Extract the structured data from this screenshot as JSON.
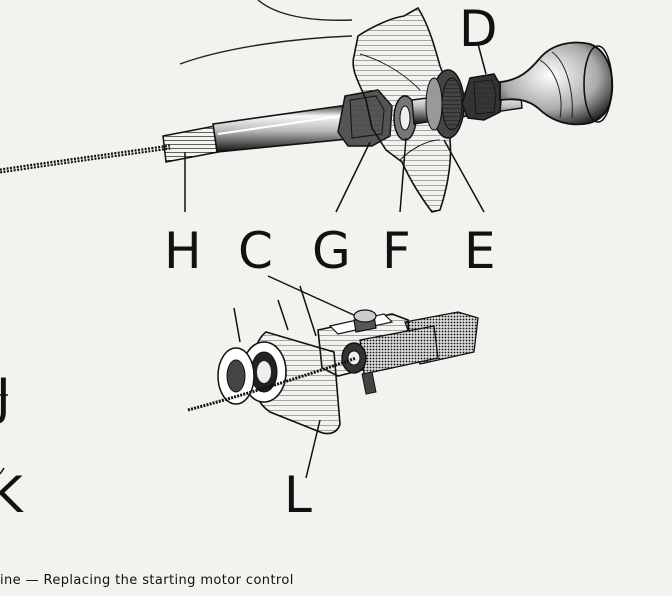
{
  "figure": {
    "labels": {
      "D": "D",
      "H": "H",
      "C": "C",
      "G": "G",
      "F": "F",
      "E": "E",
      "J": "J",
      "K": "K",
      "L": "L"
    },
    "caption": "ine — Replacing the starting motor control"
  }
}
